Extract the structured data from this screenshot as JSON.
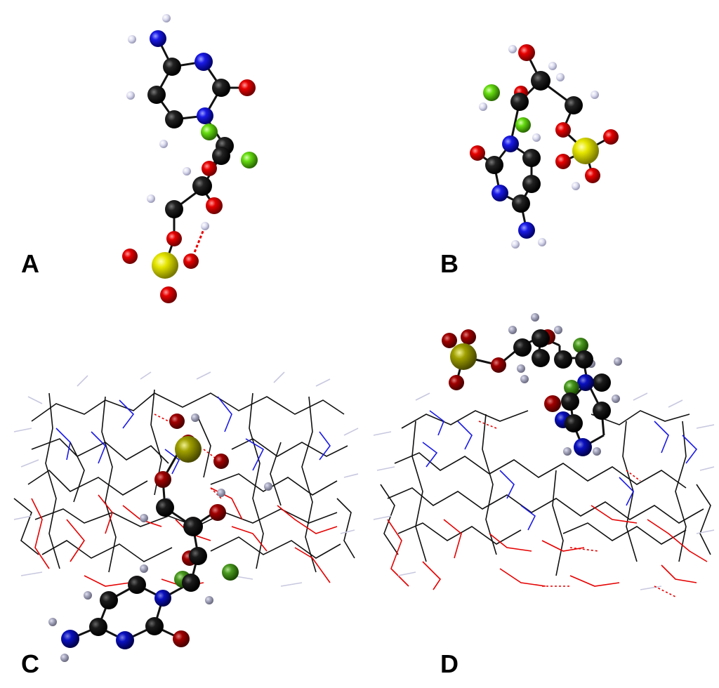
{
  "panels": [
    {
      "label": "A"
    },
    {
      "label": "B"
    },
    {
      "label": "C"
    },
    {
      "label": "D"
    }
  ],
  "atom_colors": {
    "carbon": "#111111",
    "nitrogen": "#1a1ae6",
    "oxygen": "#e60000",
    "fluorine": "#66dd11",
    "sulfur": "#e6e600",
    "hydrogen": "#d8d8ee",
    "dark_oxygen": "#a00000",
    "dark_sulfur": "#a0a000",
    "dark_fluorine": "#4a9a20",
    "dark_nitrogen": "#0a10c0",
    "dark_hydrogen": "#a0a0b8"
  }
}
